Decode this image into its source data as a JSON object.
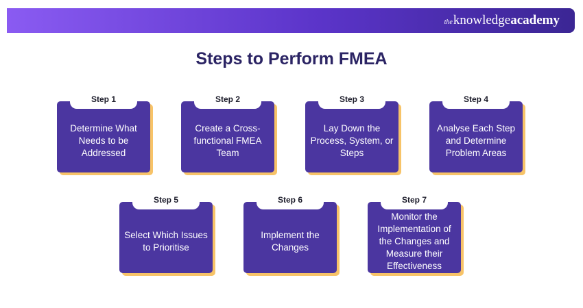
{
  "header": {
    "brand_prefix": "the",
    "brand_main": "knowledge",
    "brand_suffix": "academy"
  },
  "title": "Steps to Perform FMEA",
  "steps": [
    {
      "label": "Step 1",
      "text": "Determine What Needs to be Addressed"
    },
    {
      "label": "Step 2",
      "text": "Create a Cross-functional FMEA Team"
    },
    {
      "label": "Step 3",
      "text": "Lay Down the Process, System, or Steps"
    },
    {
      "label": "Step 4",
      "text": "Analyse Each Step and Determine Problem Areas"
    },
    {
      "label": "Step 5",
      "text": "Select Which Issues to Prioritise"
    },
    {
      "label": "Step 6",
      "text": "Implement the Changes"
    },
    {
      "label": "Step 7",
      "text": "Monitor the Implementation of the Changes and Measure their Effectiveness"
    }
  ],
  "colors": {
    "card": "#4b36a0",
    "card_shadow": "#f7c368",
    "title": "#2b2464",
    "banner_start": "#8a5bf2",
    "banner_end": "#3b2694"
  }
}
